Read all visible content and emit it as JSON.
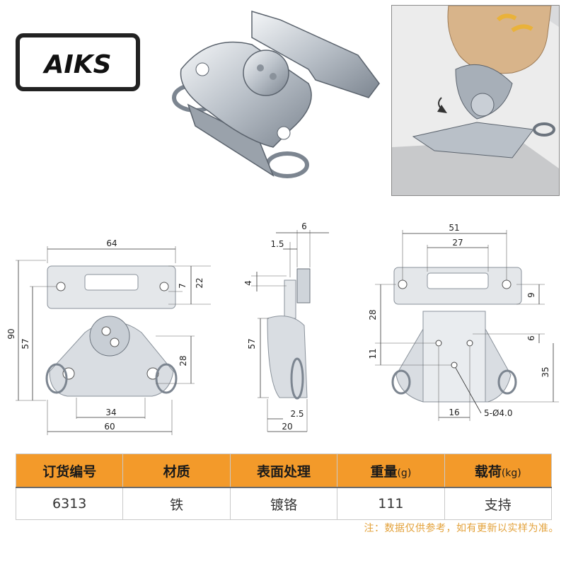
{
  "brand": {
    "logo_text": "AIKS"
  },
  "front_view": {
    "overall_width": "64",
    "bottom_width": "60",
    "hole_spacing": "34",
    "height": "90",
    "height_lower": "57",
    "flange_hole_offset": "7",
    "flange_height": "22",
    "hole_height": "28"
  },
  "side_view": {
    "thickness_top": "6",
    "thickness_plate": "1.5",
    "offset_4": "4",
    "height_57": "57",
    "offset_2_5": "2.5",
    "depth_20": "20"
  },
  "strike_view": {
    "hole_spacing": "51",
    "slot_width": "27",
    "flange_9": "9",
    "height_28": "28",
    "offset_6": "6",
    "offset_11": "11",
    "height_35": "35",
    "spacing_16": "16",
    "holes": "5-Ø4.0"
  },
  "table": {
    "headers": [
      {
        "text": "订货编号",
        "unit": ""
      },
      {
        "text": "材质",
        "unit": ""
      },
      {
        "text": "表面处理",
        "unit": ""
      },
      {
        "text": "重量",
        "unit": "(g)"
      },
      {
        "text": "载荷",
        "unit": "(kg)"
      }
    ],
    "row": [
      "6313",
      "铁",
      "镀铬",
      "111",
      "支持"
    ]
  },
  "note": "注：数据仅供参考，如有更新以实样为准。",
  "colors": {
    "accent": "#f39a2a",
    "note": "#e3a23b",
    "logo_frame": "#222222"
  }
}
